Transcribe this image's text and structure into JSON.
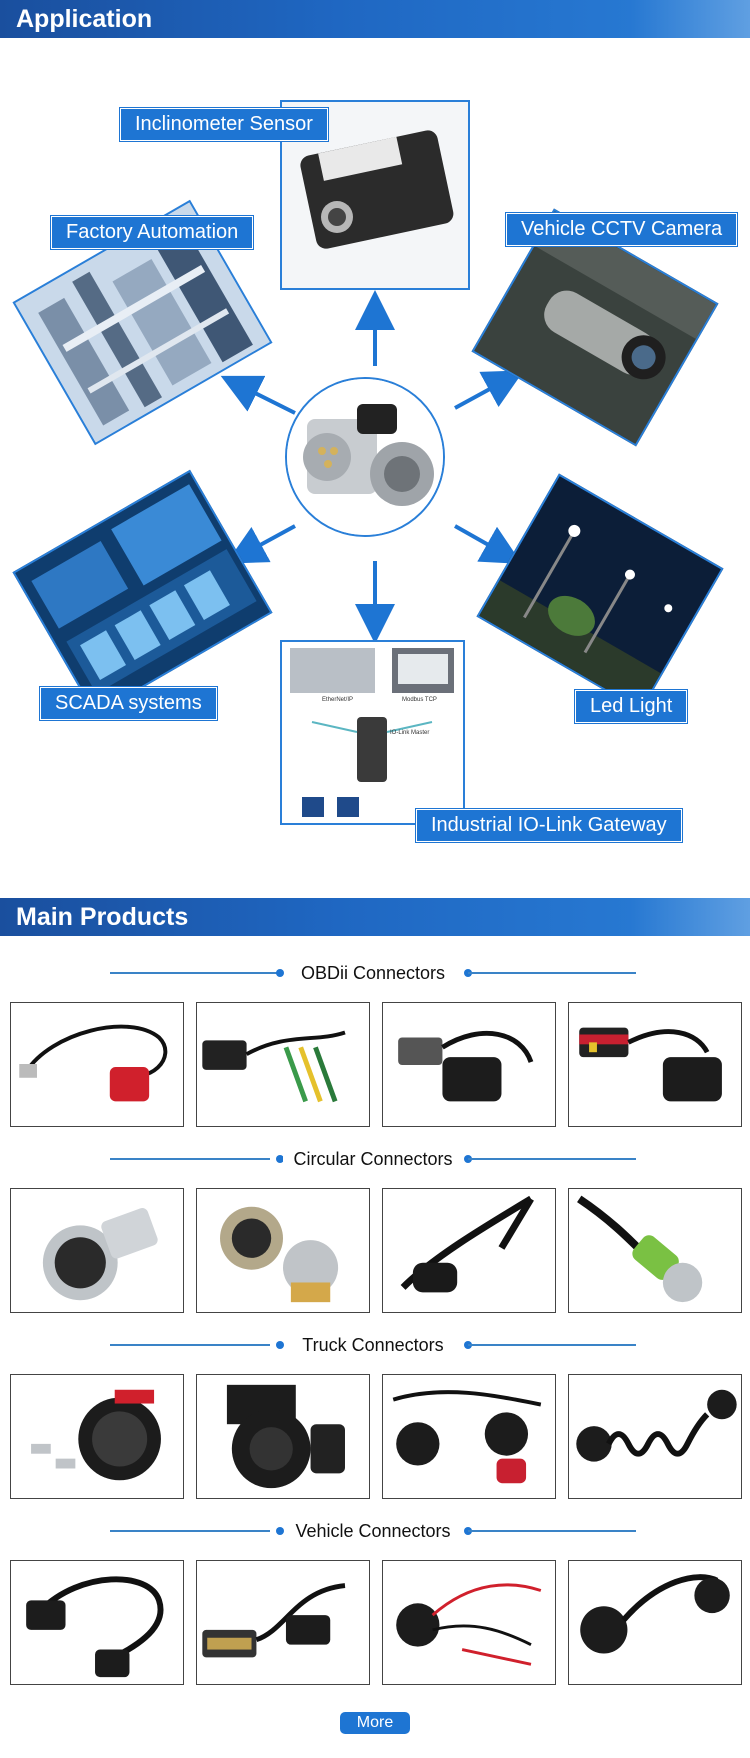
{
  "application": {
    "header": "Application",
    "center_product_icon": "circular-connector-icon",
    "labels": {
      "inclinometer": "Inclinometer Sensor",
      "factory": "Factory Automation",
      "cctv": "Vehicle CCTV Camera",
      "scada": "SCADA systems",
      "led": "Led Light",
      "iolink": "Industrial IO-Link Gateway"
    },
    "iolink_diagram": {
      "ethernet": "EtherNet/IP",
      "modbus": "Modbus TCP",
      "master": "IO-Link Master"
    },
    "accent_color": "#1e75d3"
  },
  "products": {
    "header": "Main Products",
    "categories": [
      {
        "title": "OBDii Connectors",
        "items": [
          "obd-cable-rj45",
          "obd-banana-cable",
          "obd-db9-cable",
          "obd-splitter-cable"
        ]
      },
      {
        "title": "Circular Connectors",
        "items": [
          "aviation-plug",
          "m12-panel-connector",
          "m8-cable-connector",
          "m12-green-cable"
        ]
      },
      {
        "title": "Truck Connectors",
        "items": [
          "truck-socket-terminals",
          "trailer-socket",
          "truck-y-cable",
          "coiled-trailer-cable"
        ]
      },
      {
        "title": "Vehicle Connectors",
        "items": [
          "injector-adapter-cable",
          "db25-adapter-cable",
          "multi-lead-cable",
          "round-connector-cable"
        ]
      }
    ],
    "more_label": "More"
  }
}
